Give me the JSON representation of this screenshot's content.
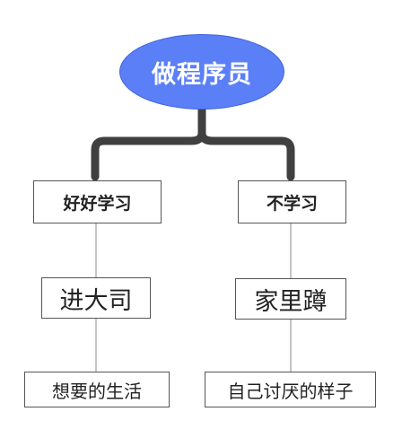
{
  "root": {
    "label": "做程序员"
  },
  "branches": [
    {
      "label": "好好学习",
      "children": [
        {
          "label": "进大司",
          "children": [
            {
              "label": "想要的生活"
            }
          ]
        }
      ]
    },
    {
      "label": "不学习",
      "children": [
        {
          "label": "家里蹲",
          "children": [
            {
              "label": "自己讨厌的样子"
            }
          ]
        }
      ]
    }
  ],
  "colors": {
    "root_fill": "#5b7ff7",
    "root_text": "#ffffff",
    "connector_thick": "#404040",
    "connector_thin": "#888888",
    "node_border": "#555555"
  }
}
